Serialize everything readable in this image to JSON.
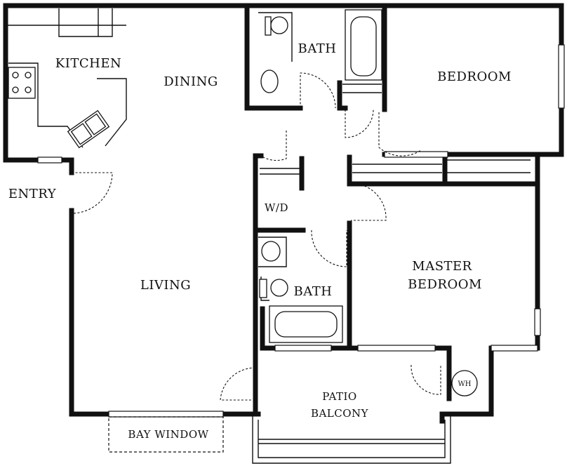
{
  "rooms": {
    "kitchen": "KITCHEN",
    "dining": "DINING",
    "bath_top": "BATH",
    "bedroom": "BEDROOM",
    "entry": "ENTRY",
    "wd": "W/D",
    "living": "LIVING",
    "bath_mid": "BATH",
    "master_line1": "MASTER",
    "master_line2": "BEDROOM",
    "patio_line1": "PATIO",
    "patio_line2": "BALCONY",
    "wh": "WH",
    "bay_window": "BAY WINDOW"
  }
}
